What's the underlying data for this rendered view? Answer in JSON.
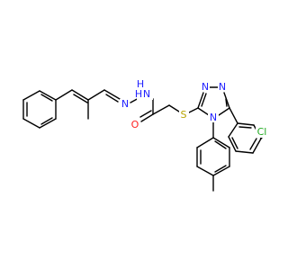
{
  "colors": {
    "bond": "#000000",
    "carbon": "#000000",
    "nitrogen": "#2222ff",
    "oxygen": "#ff2222",
    "sulfur": "#b8a400",
    "chlorine": "#22aa22",
    "background": "#ffffff"
  },
  "atoms": {
    "hydrazone_n1": "N",
    "hydrazone_nh_n": "N",
    "hydrazone_nh_h": "H",
    "hn_h_label": "H",
    "carbonyl_o": "O",
    "thioether_s": "S",
    "triazole_n1": "N",
    "triazole_n2": "N",
    "triazole_n4": "N",
    "chloro_cl": "Cl"
  }
}
